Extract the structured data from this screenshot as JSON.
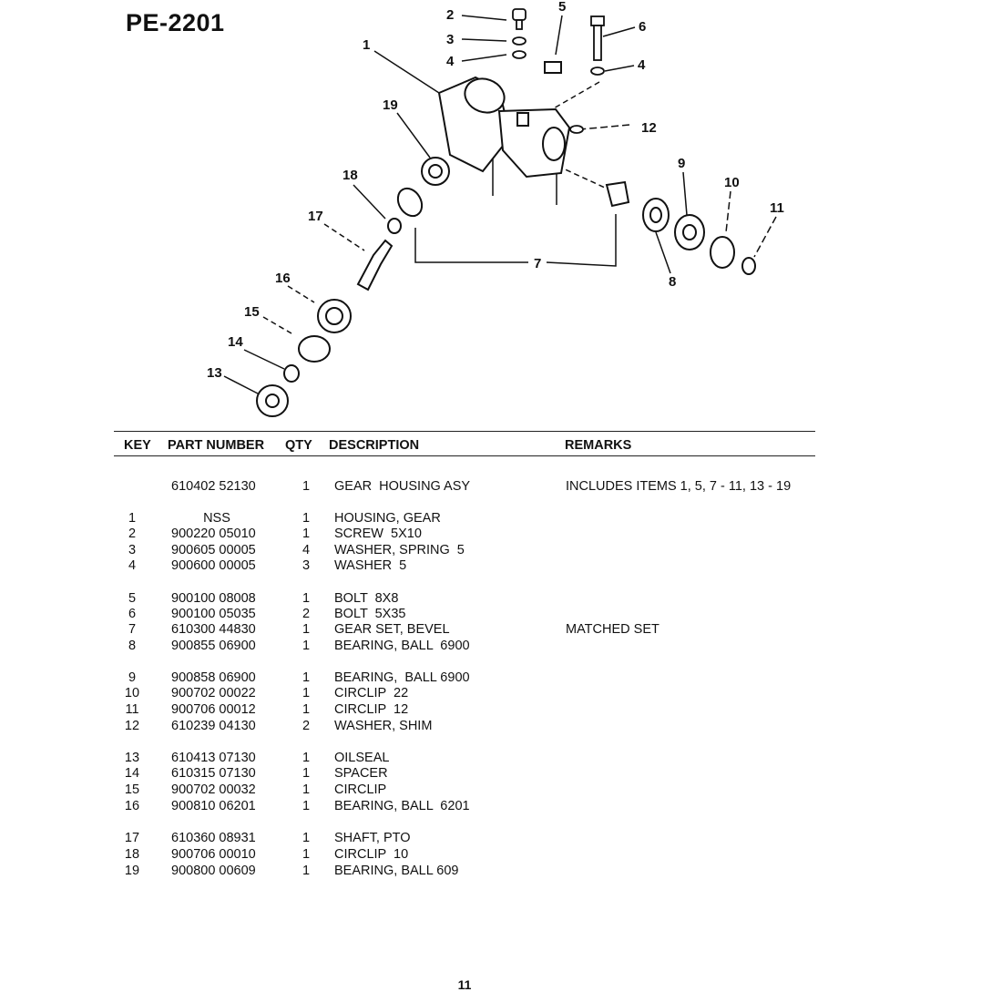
{
  "page": {
    "title": "PE-2201",
    "page_number": "11"
  },
  "diagram": {
    "callouts": [
      "1",
      "2",
      "3",
      "4",
      "5",
      "6",
      "4",
      "12",
      "19",
      "18",
      "17",
      "16",
      "15",
      "14",
      "13",
      "7",
      "8",
      "9",
      "10",
      "11"
    ]
  },
  "table": {
    "headers": {
      "key": "KEY",
      "part_number": "PART NUMBER",
      "qty": "QTY",
      "description": "DESCRIPTION",
      "remarks": "REMARKS"
    },
    "rows": [
      {
        "key": "",
        "part": "610402 52130",
        "qty": "1",
        "desc": "GEAR  HOUSING ASY",
        "remarks": "INCLUDES ITEMS 1, 5, 7 - 11, 13 - 19"
      },
      {
        "key": "1",
        "part": "NSS",
        "qty": "1",
        "desc": "HOUSING, GEAR",
        "remarks": ""
      },
      {
        "key": "2",
        "part": "900220 05010",
        "qty": "1",
        "desc": "SCREW  5X10",
        "remarks": ""
      },
      {
        "key": "3",
        "part": "900605 00005",
        "qty": "4",
        "desc": "WASHER, SPRING  5",
        "remarks": ""
      },
      {
        "key": "4",
        "part": "900600 00005",
        "qty": "3",
        "desc": "WASHER  5",
        "remarks": ""
      },
      {
        "key": "5",
        "part": "900100 08008",
        "qty": "1",
        "desc": "BOLT  8X8",
        "remarks": ""
      },
      {
        "key": "6",
        "part": "900100 05035",
        "qty": "2",
        "desc": "BOLT  5X35",
        "remarks": ""
      },
      {
        "key": "7",
        "part": "610300 44830",
        "qty": "1",
        "desc": "GEAR SET, BEVEL",
        "remarks": "MATCHED SET"
      },
      {
        "key": "8",
        "part": "900855 06900",
        "qty": "1",
        "desc": "BEARING, BALL  6900",
        "remarks": ""
      },
      {
        "key": "9",
        "part": "900858 06900",
        "qty": "1",
        "desc": "BEARING,  BALL 6900",
        "remarks": ""
      },
      {
        "key": "10",
        "part": "900702 00022",
        "qty": "1",
        "desc": "CIRCLIP  22",
        "remarks": ""
      },
      {
        "key": "11",
        "part": "900706 00012",
        "qty": "1",
        "desc": "CIRCLIP  12",
        "remarks": ""
      },
      {
        "key": "12",
        "part": "610239 04130",
        "qty": "2",
        "desc": "WASHER, SHIM",
        "remarks": ""
      },
      {
        "key": "13",
        "part": "610413 07130",
        "qty": "1",
        "desc": "OILSEAL",
        "remarks": ""
      },
      {
        "key": "14",
        "part": "610315 07130",
        "qty": "1",
        "desc": "SPACER",
        "remarks": ""
      },
      {
        "key": "15",
        "part": "900702 00032",
        "qty": "1",
        "desc": "CIRCLIP",
        "remarks": ""
      },
      {
        "key": "16",
        "part": "900810 06201",
        "qty": "1",
        "desc": "BEARING, BALL  6201",
        "remarks": ""
      },
      {
        "key": "17",
        "part": "610360 08931",
        "qty": "1",
        "desc": "SHAFT, PTO",
        "remarks": ""
      },
      {
        "key": "18",
        "part": "900706 00010",
        "qty": "1",
        "desc": "CIRCLIP  10",
        "remarks": ""
      },
      {
        "key": "19",
        "part": "900800 00609",
        "qty": "1",
        "desc": "BEARING, BALL 609",
        "remarks": ""
      }
    ]
  }
}
